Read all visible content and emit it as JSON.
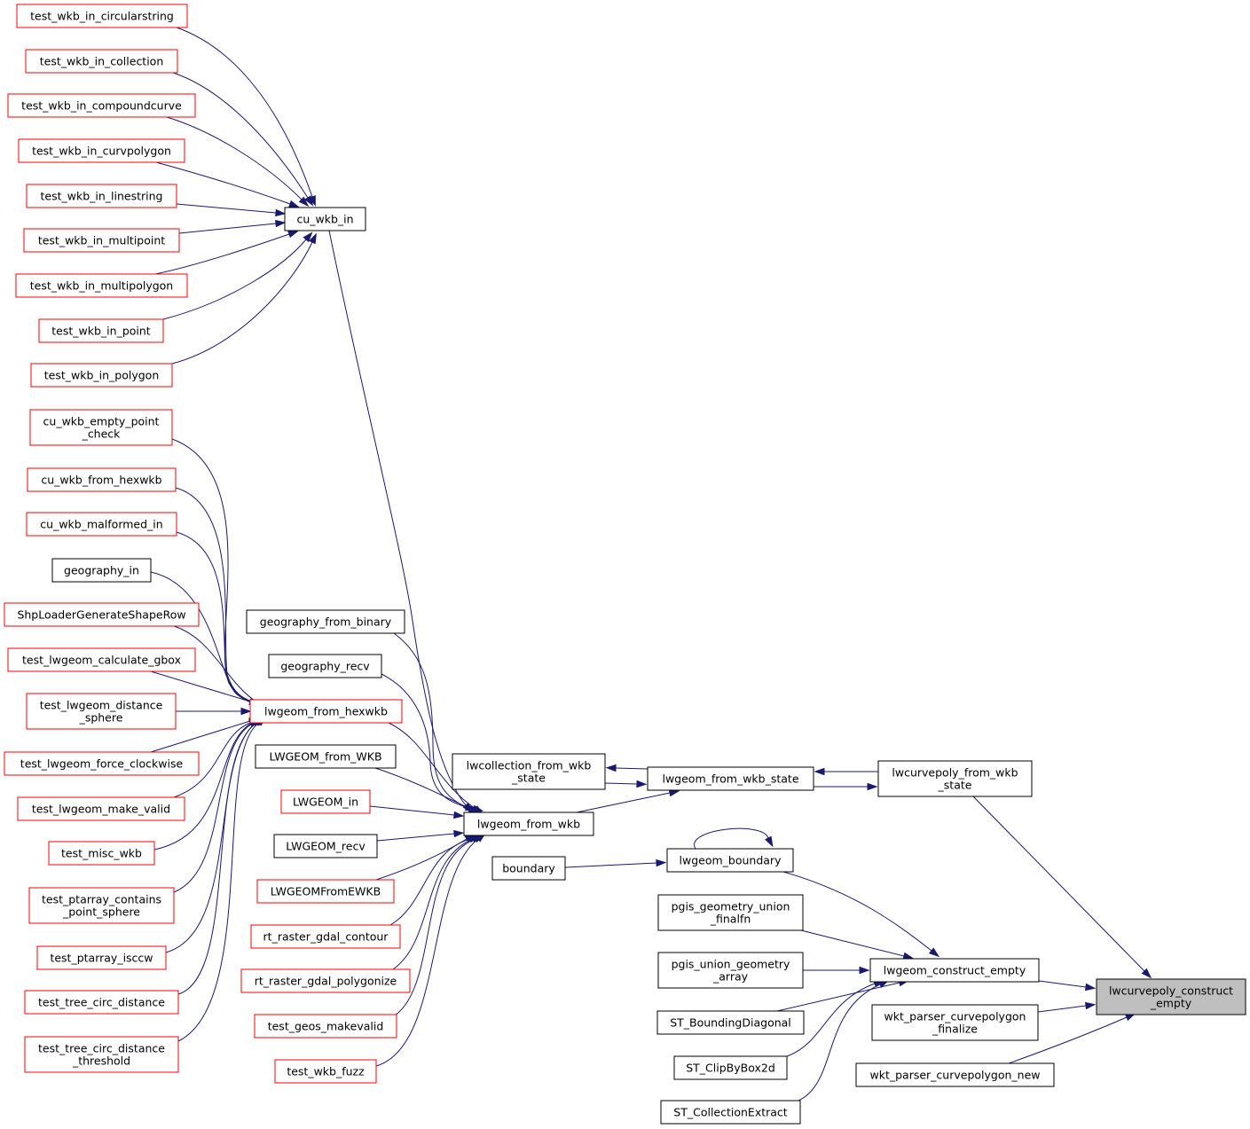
{
  "diagram": {
    "title": "Caller graph of lwcurvepoly_construct_empty",
    "colors": {
      "edge": "#191970",
      "red_border": "#ff0000",
      "black_border": "#000000",
      "root_fill": "#bfbfbf"
    },
    "nodes": [
      {
        "id": "test_wkb_in_circularstring",
        "lines": [
          "test_wkb_in_circularstring"
        ],
        "style": "red"
      },
      {
        "id": "test_wkb_in_collection",
        "lines": [
          "test_wkb_in_collection"
        ],
        "style": "red"
      },
      {
        "id": "test_wkb_in_compoundcurve",
        "lines": [
          "test_wkb_in_compoundcurve"
        ],
        "style": "red"
      },
      {
        "id": "test_wkb_in_curvpolygon",
        "lines": [
          "test_wkb_in_curvpolygon"
        ],
        "style": "red"
      },
      {
        "id": "test_wkb_in_linestring",
        "lines": [
          "test_wkb_in_linestring"
        ],
        "style": "red"
      },
      {
        "id": "test_wkb_in_multipoint",
        "lines": [
          "test_wkb_in_multipoint"
        ],
        "style": "red"
      },
      {
        "id": "test_wkb_in_multipolygon",
        "lines": [
          "test_wkb_in_multipolygon"
        ],
        "style": "red"
      },
      {
        "id": "test_wkb_in_point",
        "lines": [
          "test_wkb_in_point"
        ],
        "style": "red"
      },
      {
        "id": "test_wkb_in_polygon",
        "lines": [
          "test_wkb_in_polygon"
        ],
        "style": "red"
      },
      {
        "id": "cu_wkb_in",
        "lines": [
          "cu_wkb_in"
        ],
        "style": "black"
      },
      {
        "id": "cu_wkb_empty_point_check",
        "lines": [
          "cu_wkb_empty_point",
          "_check"
        ],
        "style": "red"
      },
      {
        "id": "cu_wkb_from_hexwkb",
        "lines": [
          "cu_wkb_from_hexwkb"
        ],
        "style": "red"
      },
      {
        "id": "cu_wkb_malformed_in",
        "lines": [
          "cu_wkb_malformed_in"
        ],
        "style": "red"
      },
      {
        "id": "geography_in",
        "lines": [
          "geography_in"
        ],
        "style": "black"
      },
      {
        "id": "ShpLoaderGenerateShapeRow",
        "lines": [
          "ShpLoaderGenerateShapeRow"
        ],
        "style": "red"
      },
      {
        "id": "test_lwgeom_calculate_gbox",
        "lines": [
          "test_lwgeom_calculate_gbox"
        ],
        "style": "red"
      },
      {
        "id": "test_lwgeom_distance_sphere",
        "lines": [
          "test_lwgeom_distance",
          "_sphere"
        ],
        "style": "red"
      },
      {
        "id": "test_lwgeom_force_clockwise",
        "lines": [
          "test_lwgeom_force_clockwise"
        ],
        "style": "red"
      },
      {
        "id": "test_lwgeom_make_valid",
        "lines": [
          "test_lwgeom_make_valid"
        ],
        "style": "red"
      },
      {
        "id": "test_misc_wkb",
        "lines": [
          "test_misc_wkb"
        ],
        "style": "red"
      },
      {
        "id": "test_ptarray_contains_point_sphere",
        "lines": [
          "test_ptarray_contains",
          "_point_sphere"
        ],
        "style": "red"
      },
      {
        "id": "test_ptarray_isccw",
        "lines": [
          "test_ptarray_isccw"
        ],
        "style": "red"
      },
      {
        "id": "test_tree_circ_distance",
        "lines": [
          "test_tree_circ_distance"
        ],
        "style": "red"
      },
      {
        "id": "test_tree_circ_distance_threshold",
        "lines": [
          "test_tree_circ_distance",
          "_threshold"
        ],
        "style": "red"
      },
      {
        "id": "geography_from_binary",
        "lines": [
          "geography_from_binary"
        ],
        "style": "black"
      },
      {
        "id": "geography_recv",
        "lines": [
          "geography_recv"
        ],
        "style": "black"
      },
      {
        "id": "lwgeom_from_hexwkb",
        "lines": [
          "lwgeom_from_hexwkb"
        ],
        "style": "red"
      },
      {
        "id": "LWGEOM_from_WKB",
        "lines": [
          "LWGEOM_from_WKB"
        ],
        "style": "black"
      },
      {
        "id": "LWGEOM_in",
        "lines": [
          "LWGEOM_in"
        ],
        "style": "red"
      },
      {
        "id": "LWGEOM_recv",
        "lines": [
          "LWGEOM_recv"
        ],
        "style": "black"
      },
      {
        "id": "LWGEOMFromEWKB",
        "lines": [
          "LWGEOMFromEWKB"
        ],
        "style": "red"
      },
      {
        "id": "rt_raster_gdal_contour",
        "lines": [
          "rt_raster_gdal_contour"
        ],
        "style": "red"
      },
      {
        "id": "rt_raster_gdal_polygonize",
        "lines": [
          "rt_raster_gdal_polygonize"
        ],
        "style": "red"
      },
      {
        "id": "test_geos_makevalid",
        "lines": [
          "test_geos_makevalid"
        ],
        "style": "red"
      },
      {
        "id": "test_wkb_fuzz",
        "lines": [
          "test_wkb_fuzz"
        ],
        "style": "red"
      },
      {
        "id": "lwcollection_from_wkb_state",
        "lines": [
          "lwcollection_from_wkb",
          "_state"
        ],
        "style": "black"
      },
      {
        "id": "lwgeom_from_wkb",
        "lines": [
          "lwgeom_from_wkb"
        ],
        "style": "black"
      },
      {
        "id": "boundary",
        "lines": [
          "boundary"
        ],
        "style": "black"
      },
      {
        "id": "lwgeom_from_wkb_state",
        "lines": [
          "lwgeom_from_wkb_state"
        ],
        "style": "black"
      },
      {
        "id": "lwgeom_boundary",
        "lines": [
          "lwgeom_boundary"
        ],
        "style": "black"
      },
      {
        "id": "pgis_geometry_union_finalfn",
        "lines": [
          "pgis_geometry_union",
          "_finalfn"
        ],
        "style": "black"
      },
      {
        "id": "pgis_union_geometry_array",
        "lines": [
          "pgis_union_geometry",
          "_array"
        ],
        "style": "black"
      },
      {
        "id": "ST_BoundingDiagonal",
        "lines": [
          "ST_BoundingDiagonal"
        ],
        "style": "black"
      },
      {
        "id": "ST_ClipByBox2d",
        "lines": [
          "ST_ClipByBox2d"
        ],
        "style": "black"
      },
      {
        "id": "ST_CollectionExtract",
        "lines": [
          "ST_CollectionExtract"
        ],
        "style": "black"
      },
      {
        "id": "lwcurvepoly_from_wkb_state",
        "lines": [
          "lwcurvepoly_from_wkb",
          "_state"
        ],
        "style": "black"
      },
      {
        "id": "lwgeom_construct_empty",
        "lines": [
          "lwgeom_construct_empty"
        ],
        "style": "black"
      },
      {
        "id": "wkt_parser_curvepolygon_finalize",
        "lines": [
          "wkt_parser_curvepolygon",
          "_finalize"
        ],
        "style": "black"
      },
      {
        "id": "wkt_parser_curvepolygon_new",
        "lines": [
          "wkt_parser_curvepolygon_new"
        ],
        "style": "black"
      },
      {
        "id": "lwcurvepoly_construct_empty",
        "lines": [
          "lwcurvepoly_construct",
          "_empty"
        ],
        "style": "root"
      }
    ],
    "edges": [
      {
        "from": "test_wkb_in_circularstring",
        "to": "cu_wkb_in"
      },
      {
        "from": "test_wkb_in_collection",
        "to": "cu_wkb_in"
      },
      {
        "from": "test_wkb_in_compoundcurve",
        "to": "cu_wkb_in"
      },
      {
        "from": "test_wkb_in_curvpolygon",
        "to": "cu_wkb_in"
      },
      {
        "from": "test_wkb_in_linestring",
        "to": "cu_wkb_in"
      },
      {
        "from": "test_wkb_in_multipoint",
        "to": "cu_wkb_in"
      },
      {
        "from": "test_wkb_in_multipolygon",
        "to": "cu_wkb_in"
      },
      {
        "from": "test_wkb_in_point",
        "to": "cu_wkb_in"
      },
      {
        "from": "test_wkb_in_polygon",
        "to": "cu_wkb_in"
      },
      {
        "from": "cu_wkb_in",
        "to": "lwgeom_from_wkb"
      },
      {
        "from": "cu_wkb_empty_point_check",
        "to": "lwgeom_from_hexwkb"
      },
      {
        "from": "cu_wkb_from_hexwkb",
        "to": "lwgeom_from_hexwkb"
      },
      {
        "from": "cu_wkb_malformed_in",
        "to": "lwgeom_from_hexwkb"
      },
      {
        "from": "geography_in",
        "to": "lwgeom_from_hexwkb"
      },
      {
        "from": "ShpLoaderGenerateShapeRow",
        "to": "lwgeom_from_hexwkb"
      },
      {
        "from": "test_lwgeom_calculate_gbox",
        "to": "lwgeom_from_hexwkb"
      },
      {
        "from": "test_lwgeom_distance_sphere",
        "to": "lwgeom_from_hexwkb"
      },
      {
        "from": "test_lwgeom_force_clockwise",
        "to": "lwgeom_from_hexwkb"
      },
      {
        "from": "test_lwgeom_make_valid",
        "to": "lwgeom_from_hexwkb"
      },
      {
        "from": "test_misc_wkb",
        "to": "lwgeom_from_hexwkb"
      },
      {
        "from": "test_ptarray_contains_point_sphere",
        "to": "lwgeom_from_hexwkb"
      },
      {
        "from": "test_ptarray_isccw",
        "to": "lwgeom_from_hexwkb"
      },
      {
        "from": "test_tree_circ_distance",
        "to": "lwgeom_from_hexwkb"
      },
      {
        "from": "test_tree_circ_distance_threshold",
        "to": "lwgeom_from_hexwkb"
      },
      {
        "from": "geography_from_binary",
        "to": "lwgeom_from_wkb"
      },
      {
        "from": "geography_recv",
        "to": "lwgeom_from_wkb"
      },
      {
        "from": "lwgeom_from_hexwkb",
        "to": "lwgeom_from_wkb"
      },
      {
        "from": "LWGEOM_from_WKB",
        "to": "lwgeom_from_wkb"
      },
      {
        "from": "LWGEOM_in",
        "to": "lwgeom_from_wkb"
      },
      {
        "from": "LWGEOM_recv",
        "to": "lwgeom_from_wkb"
      },
      {
        "from": "LWGEOMFromEWKB",
        "to": "lwgeom_from_wkb"
      },
      {
        "from": "rt_raster_gdal_contour",
        "to": "lwgeom_from_wkb"
      },
      {
        "from": "rt_raster_gdal_polygonize",
        "to": "lwgeom_from_wkb"
      },
      {
        "from": "test_geos_makevalid",
        "to": "lwgeom_from_wkb"
      },
      {
        "from": "test_wkb_fuzz",
        "to": "lwgeom_from_wkb"
      },
      {
        "from": "lwgeom_from_wkb",
        "to": "lwgeom_from_wkb_state"
      },
      {
        "from": "lwgeom_from_wkb_state",
        "to": "lwcollection_from_wkb_state"
      },
      {
        "from": "lwcollection_from_wkb_state",
        "to": "lwgeom_from_wkb_state"
      },
      {
        "from": "lwgeom_from_wkb_state",
        "to": "lwcurvepoly_from_wkb_state"
      },
      {
        "from": "lwcurvepoly_from_wkb_state",
        "to": "lwgeom_from_wkb_state"
      },
      {
        "from": "lwcurvepoly_from_wkb_state",
        "to": "lwcurvepoly_construct_empty"
      },
      {
        "from": "boundary",
        "to": "lwgeom_boundary"
      },
      {
        "from": "lwgeom_boundary",
        "to": "lwgeom_boundary"
      },
      {
        "from": "lwgeom_boundary",
        "to": "lwgeom_construct_empty"
      },
      {
        "from": "pgis_geometry_union_finalfn",
        "to": "lwgeom_construct_empty"
      },
      {
        "from": "pgis_union_geometry_array",
        "to": "lwgeom_construct_empty"
      },
      {
        "from": "ST_BoundingDiagonal",
        "to": "lwgeom_construct_empty"
      },
      {
        "from": "ST_ClipByBox2d",
        "to": "lwgeom_construct_empty"
      },
      {
        "from": "ST_CollectionExtract",
        "to": "lwgeom_construct_empty"
      },
      {
        "from": "lwgeom_construct_empty",
        "to": "lwcurvepoly_construct_empty"
      },
      {
        "from": "wkt_parser_curvepolygon_finalize",
        "to": "lwcurvepoly_construct_empty"
      },
      {
        "from": "wkt_parser_curvepolygon_new",
        "to": "lwcurvepoly_construct_empty"
      }
    ]
  }
}
